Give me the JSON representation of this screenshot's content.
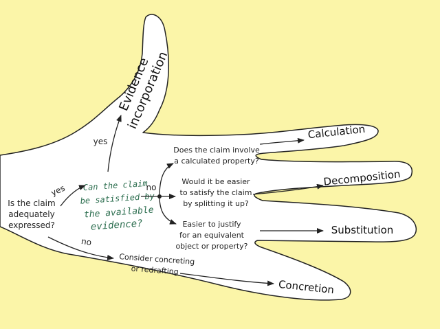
{
  "colors": {
    "background": "#fbf5a8",
    "hand_fill": "#ffffff",
    "outline": "#222222",
    "central_question": "#2c6e4f"
  },
  "hand": {
    "thumb_label_line1": "Evidence",
    "thumb_label_line2": "incorporation"
  },
  "start_question": [
    "Is the claim",
    "adequately",
    "expressed?"
  ],
  "central_question": [
    "Can the claim",
    "be satisfied by",
    "the available",
    "evidence?"
  ],
  "branch_labels": {
    "yes_to_central": "yes",
    "no_to_concreting": "no",
    "yes_to_thumb": "yes",
    "no_to_fingers": "no"
  },
  "questions": {
    "calculated": [
      "Does the claim involve",
      "a calculated property?"
    ],
    "splitting": [
      "Would it be easier",
      "to satisfy the claim",
      "by splitting it up?"
    ],
    "equivalent": [
      "Easier to justify",
      "for an equivalent",
      "object or property?"
    ],
    "concreting": [
      "Consider concreting",
      "or redrafting"
    ]
  },
  "outcomes": {
    "calculation": "Calculation",
    "decomposition": "Decomposition",
    "substitution": "Substitution",
    "concretion": "Concretion"
  }
}
